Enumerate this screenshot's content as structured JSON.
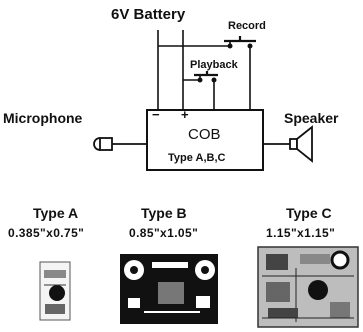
{
  "labels": {
    "battery": "6V Battery",
    "record": "Record",
    "playback": "Playback",
    "microphone": "Microphone",
    "speaker": "Speaker",
    "minus": "−",
    "plus": "+",
    "cob": "COB",
    "types": "Type A,B,C"
  },
  "boards": [
    {
      "name": "Type A",
      "size": "0.385\"x0.75\""
    },
    {
      "name": "Type B",
      "size": "0.85\"x1.05\""
    },
    {
      "name": "Type C",
      "size": "1.15\"x1.15\""
    }
  ]
}
